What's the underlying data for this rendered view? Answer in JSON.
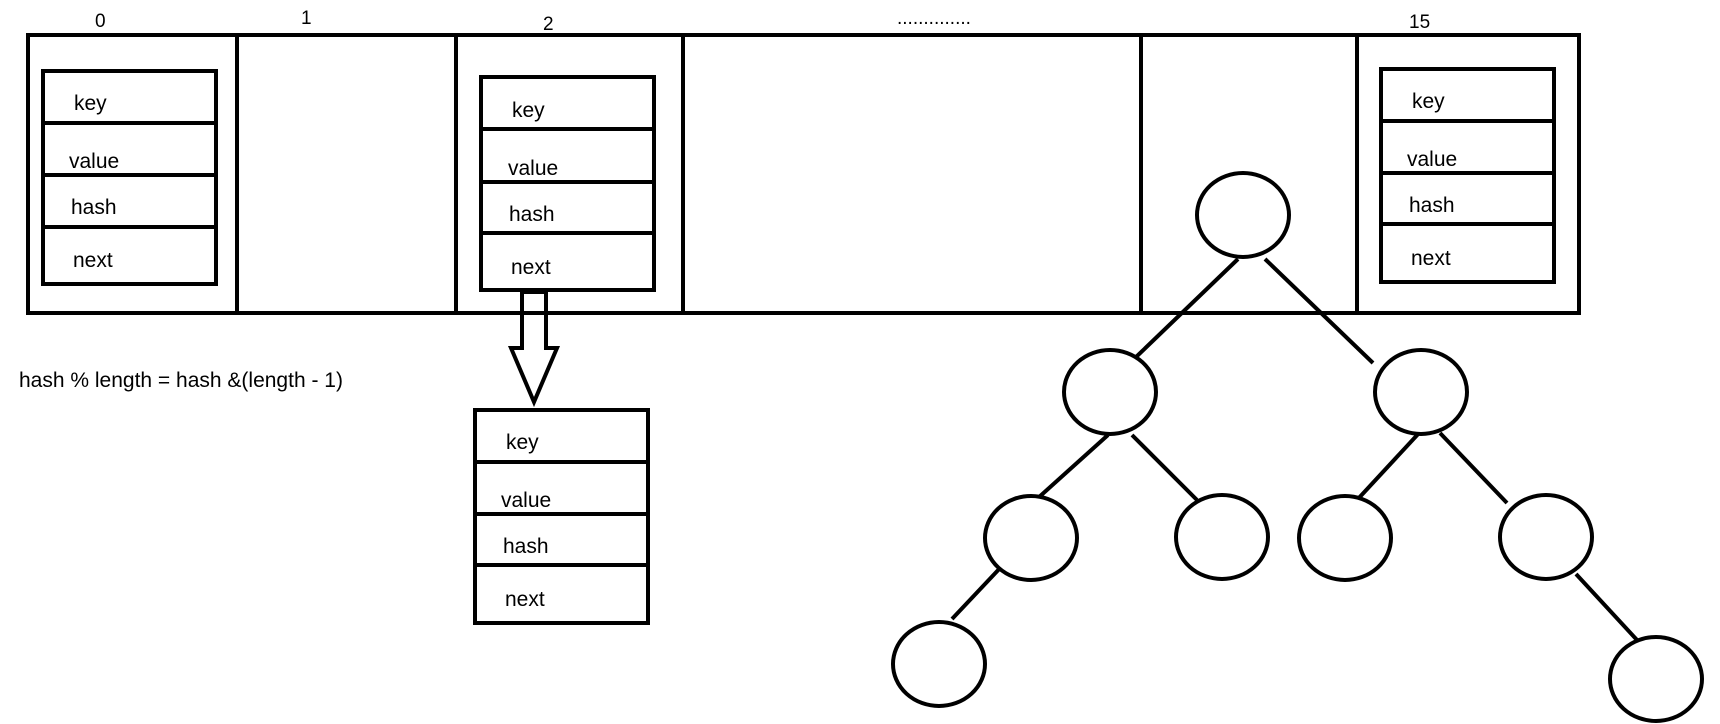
{
  "bucket_indices": [
    "0",
    "1",
    "2",
    "..............",
    "15"
  ],
  "entry_fields": [
    "key",
    "value",
    "hash",
    "next"
  ],
  "formula": "hash % length =  hash &(length - 1)",
  "colors": {
    "stroke": "#000000",
    "background": "#ffffff"
  }
}
